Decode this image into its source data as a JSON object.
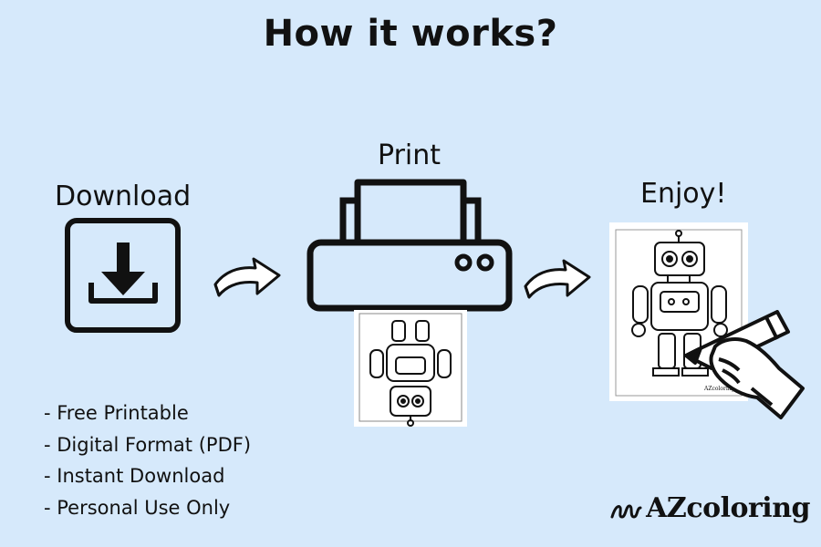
{
  "title": "How it works?",
  "steps": {
    "download": "Download",
    "print": "Print",
    "enjoy": "Enjoy!"
  },
  "features": [
    "- Free Printable",
    "- Digital Format (PDF)",
    "- Instant Download",
    "- Personal Use Only"
  ],
  "brand": {
    "name": "AZcoloring",
    "mark_icon": "scribble-icon"
  },
  "colors": {
    "background": "#d6e9fb",
    "ink": "#111111",
    "paper": "#ffffff"
  }
}
